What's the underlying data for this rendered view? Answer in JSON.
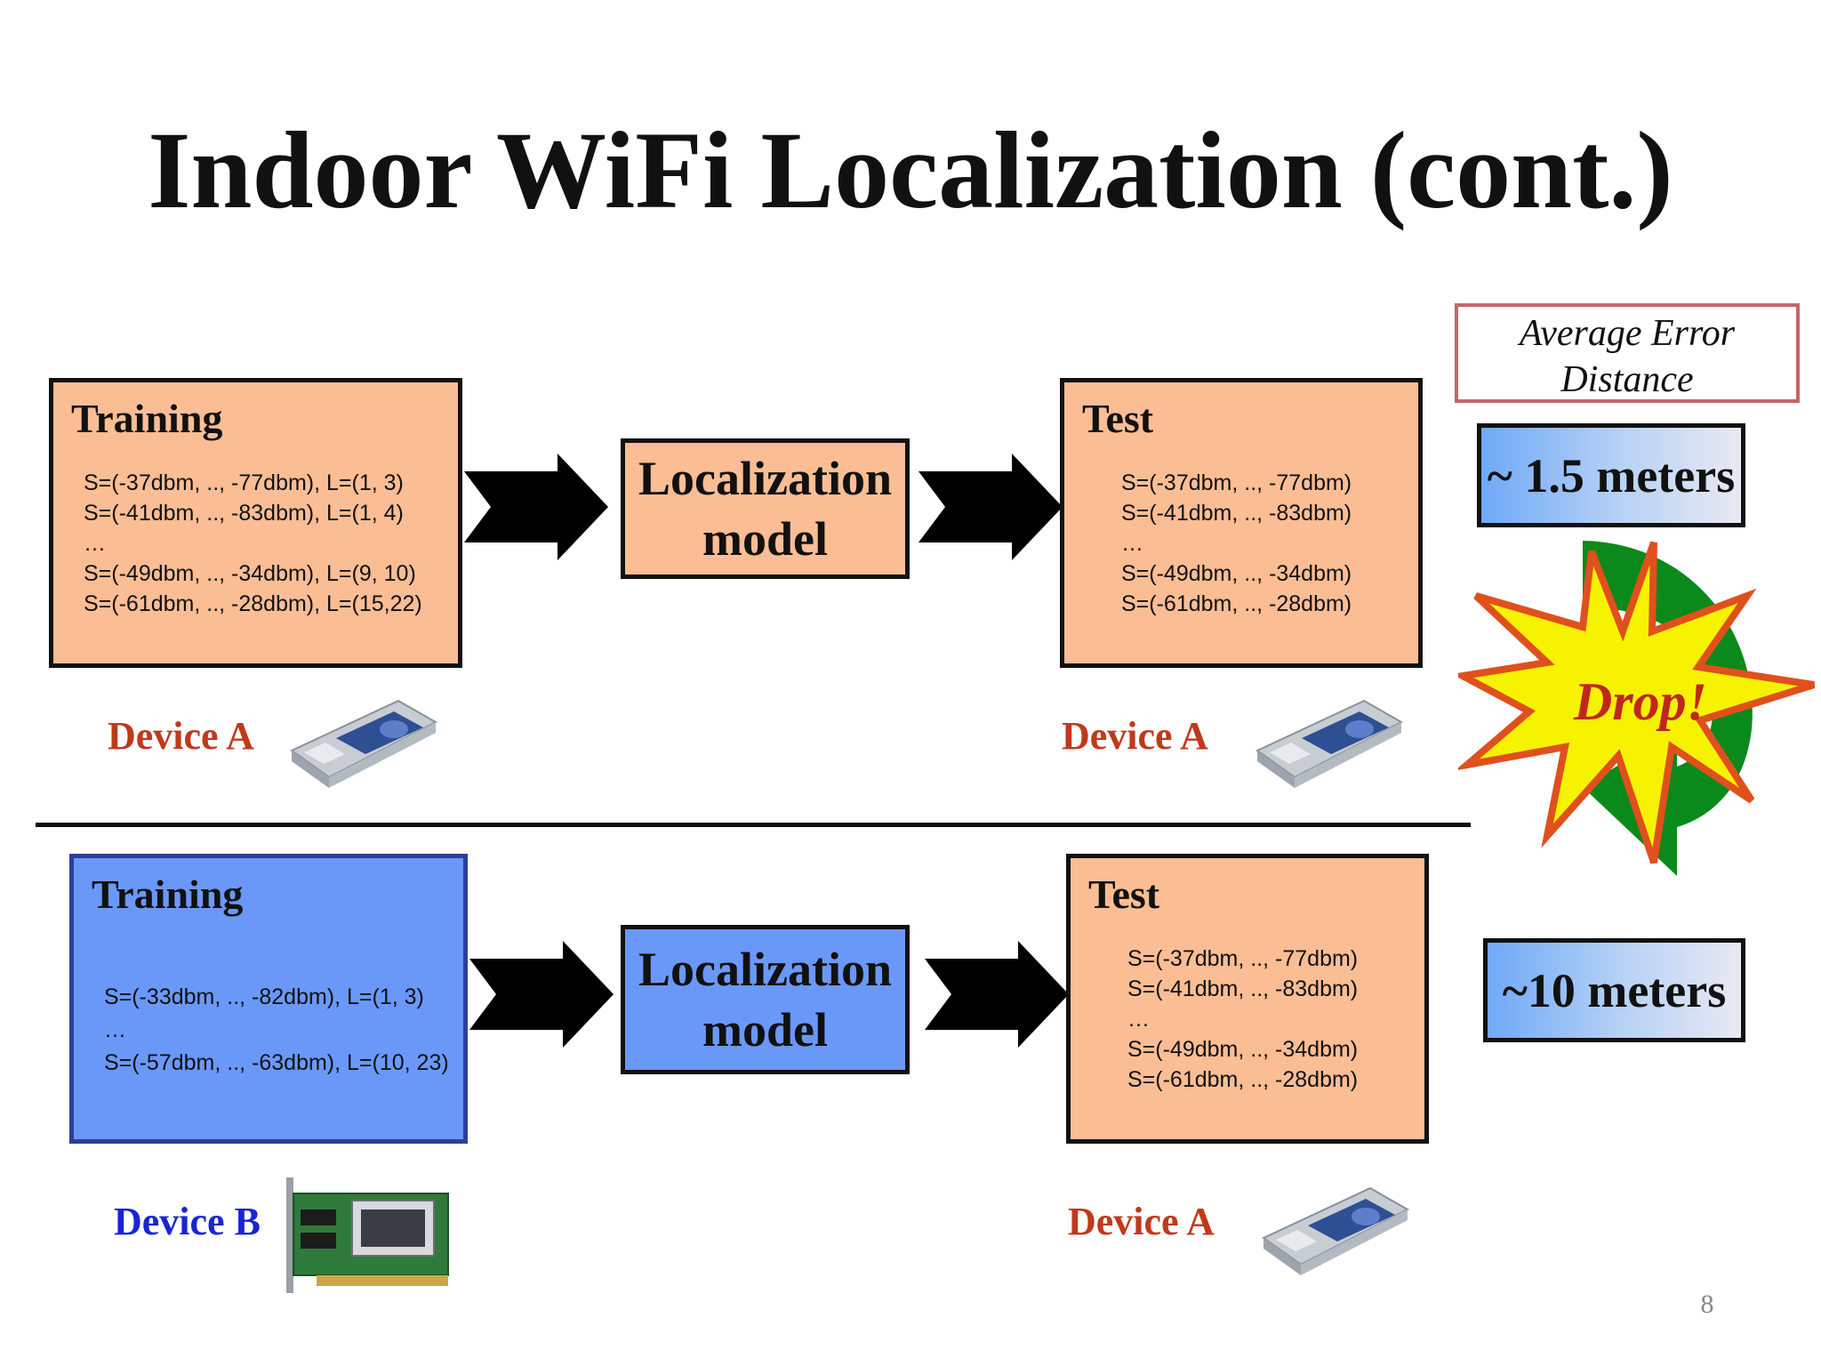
{
  "title": "Indoor WiFi Localization (cont.)",
  "error_panel": {
    "header": [
      "Average Error",
      "Distance"
    ],
    "value_top": "~ 1.5 meters",
    "value_bottom": "~10 meters",
    "drop_label": "Drop!"
  },
  "top_row": {
    "training": {
      "title": "Training",
      "lines": "S=(-37dbm, .., -77dbm), L=(1, 3)\nS=(-41dbm, .., -83dbm), L=(1, 4)\n…\nS=(-49dbm, .., -34dbm), L=(9, 10)\nS=(-61dbm, .., -28dbm), L=(15,22)"
    },
    "model": [
      "Localization",
      "model"
    ],
    "test": {
      "title": "Test",
      "lines": "S=(-37dbm, .., -77dbm)\nS=(-41dbm, .., -83dbm)\n…\nS=(-49dbm, .., -34dbm)\nS=(-61dbm, .., -28dbm)"
    },
    "training_device": "Device A",
    "test_device": "Device A"
  },
  "bottom_row": {
    "training": {
      "title": "Training",
      "lines": "S=(-33dbm, .., -82dbm), L=(1, 3)\n…\nS=(-57dbm, .., -63dbm), L=(10, 23)"
    },
    "model": [
      "Localization",
      "model"
    ],
    "test": {
      "title": "Test",
      "lines": "S=(-37dbm, .., -77dbm)\nS=(-41dbm, .., -83dbm)\n…\nS=(-49dbm, .., -34dbm)\nS=(-61dbm, .., -28dbm)"
    },
    "training_device": "Device B",
    "test_device": "Device A"
  },
  "page_number": "8",
  "colors": {
    "orange_box": "#fbbd94",
    "blue_box": "#6a98f9",
    "device_a": "#c0391b",
    "device_b": "#1a24d6",
    "drop_burst": "#f7f300",
    "drop_arrow": "#0a8a1a"
  },
  "icons": {
    "pcmcia_card": "pcmcia-wifi-card-icon",
    "pci_card": "pci-wifi-card-icon",
    "arrow": "right-arrow-icon",
    "burst": "starburst-icon",
    "curved_arrow": "curved-down-arrow-icon"
  }
}
